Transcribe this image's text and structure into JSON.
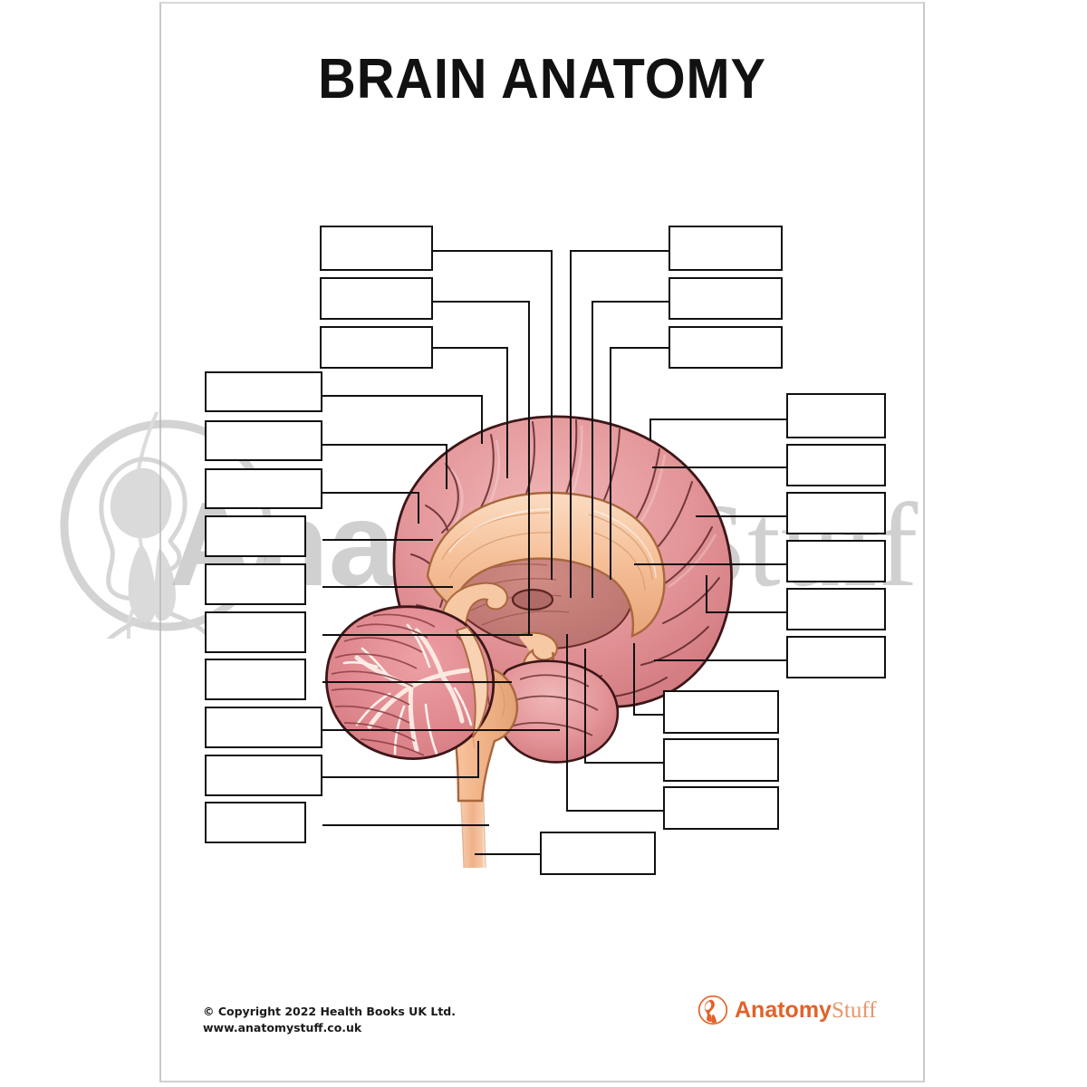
{
  "page": {
    "title": "BRAIN ANATOMY",
    "background_color": "#ffffff",
    "sheet_border_color": "#c9c9c9",
    "box_border_color": "#111111",
    "leader_line_color": "#111111"
  },
  "watermark": {
    "text_bold": "Anatomy",
    "text_light": "Stuff",
    "color": "#b4b4b4",
    "mark_name": "head-torso-circle-watermark"
  },
  "illustration": {
    "name": "midsagittal-brain-illustration",
    "description": "Mid-sagittal section of the human brain showing cerebrum, corpus callosum, thalamus, cerebellum, brainstem and spinal cord",
    "colors": {
      "cortex_pink": "#e08a8f",
      "cortex_light": "#ecaeb0",
      "cortex_outline": "#4a1f1f",
      "white_matter_tan": "#f3b68f",
      "white_matter_light": "#f8d3b5",
      "deep_structure": "#c77a74",
      "cerebellum_pink": "#e58a90",
      "arbor_vitae": "#fbe6de"
    }
  },
  "labels": {
    "note": "All label boxes are blank — this is a fill-in worksheet",
    "value": "",
    "placeholder": "",
    "groups": [
      {
        "name": "top-left",
        "count": 3
      },
      {
        "name": "top-right",
        "count": 3
      },
      {
        "name": "left-column",
        "count": 10
      },
      {
        "name": "right-column",
        "count": 6
      },
      {
        "name": "lower-right",
        "count": 3
      },
      {
        "name": "bottom-center",
        "count": 1
      }
    ],
    "total": 26
  },
  "footer": {
    "copyright_line1": "© Copyright 2022 Health Books UK Ltd.",
    "copyright_line2": "www.anatomystuff.co.uk",
    "logo_bold": "Anatomy",
    "logo_light": "Stuff",
    "logo_color_bold": "#e2622a",
    "logo_color_light": "#e8956a",
    "logo_mark_name": "anatomystuff-head-logo"
  }
}
